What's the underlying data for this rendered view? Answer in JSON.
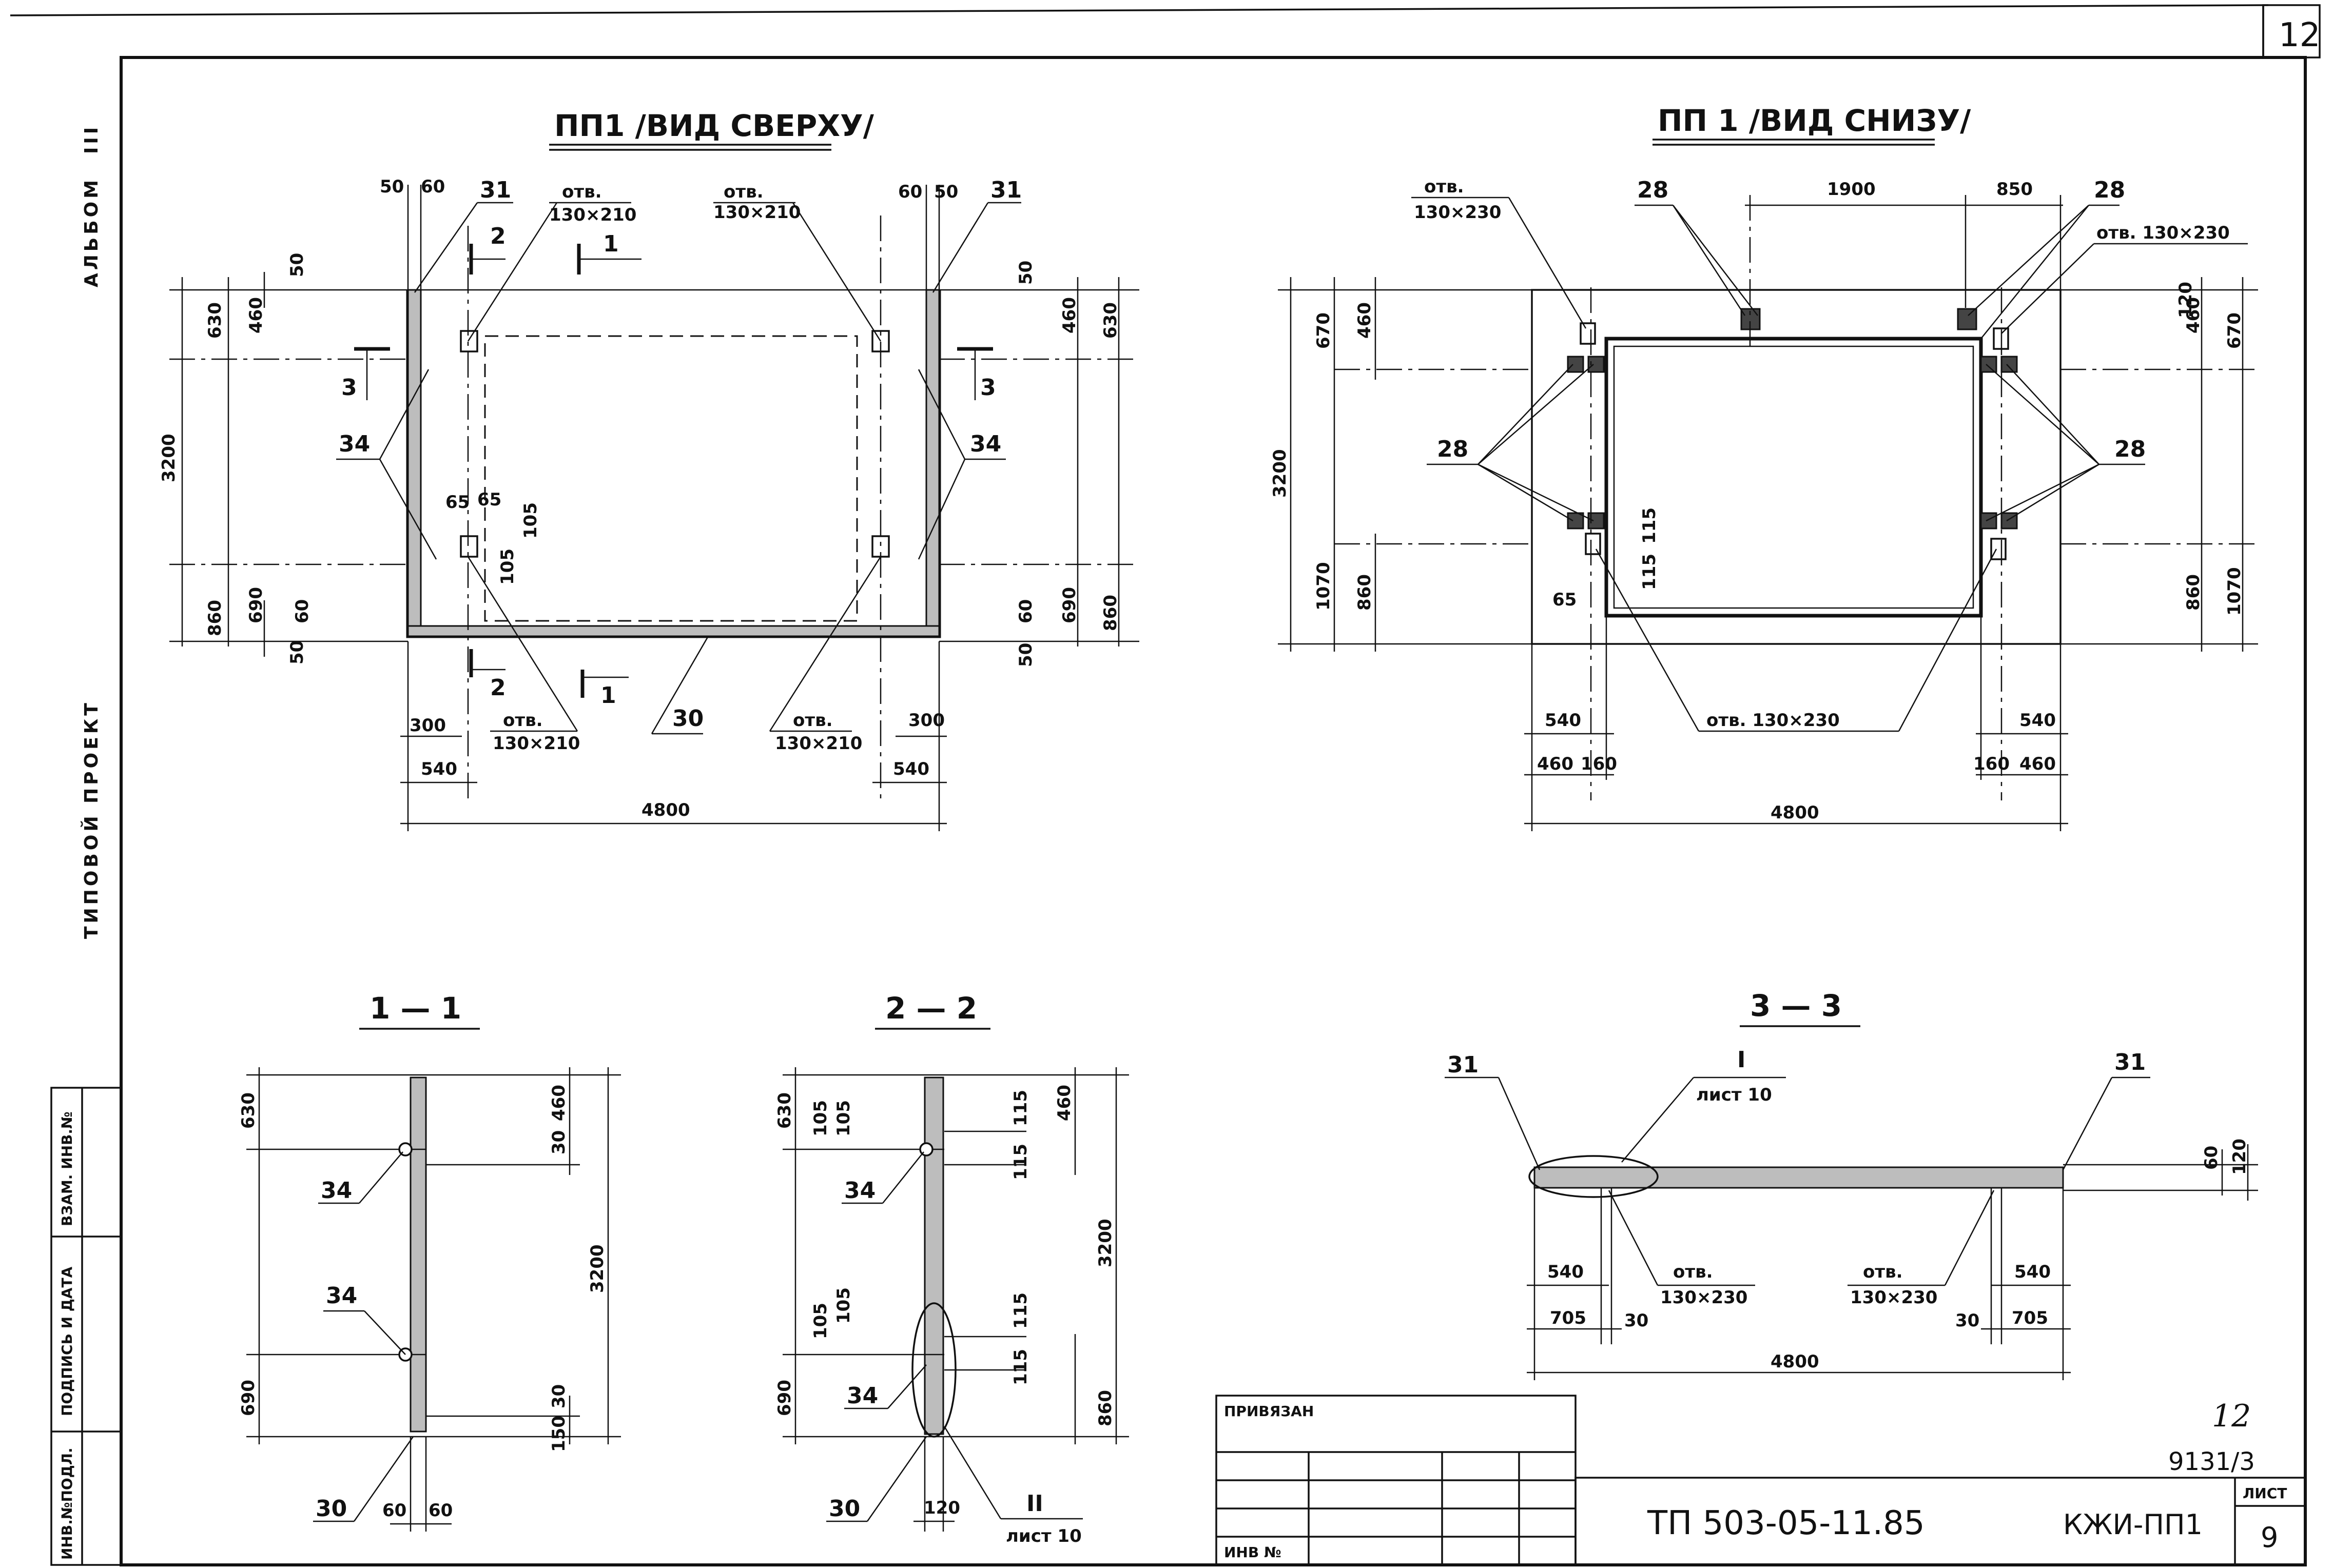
{
  "sheet": {
    "page_number": "12",
    "page_number_alt": "12",
    "album_label": "АЛЬБОМ",
    "album_number": "III",
    "project_label": "ТИПОВОЙ ПРОЕКТ",
    "stamp_col1": "ИНВ.№ПОДЛ.",
    "stamp_col2": "ПОДПИСЬ И ДАТА",
    "stamp_col3": "ВЗАМ. ИНВ.№"
  },
  "views": {
    "top_title": "ПП1 /ВИД СВЕРХУ/",
    "bottom_title": "ПП 1 /ВИД СНИЗУ/",
    "section_11": "1 — 1",
    "section_22": "2 — 2",
    "section_33": "3 — 3"
  },
  "top_view": {
    "opening_a": "отв.",
    "opening_a_size": "130×210",
    "opening_b": "отв.",
    "opening_b_size": "130×210",
    "opening_c": "отв.",
    "opening_c_size": "130×210",
    "opening_d": "отв.",
    "opening_d_size": "130×210",
    "pos_31_left": "31",
    "pos_31_right": "31",
    "pos_34_left": "34",
    "pos_34_right": "34",
    "pos_30": "30",
    "cut_1_top": "1",
    "cut_1_bottom": "1",
    "cut_2_top": "2",
    "cut_2_bottom": "2",
    "cut_3_left": "3",
    "cut_3_right": "3",
    "d_50a": "50",
    "d_60a": "60",
    "d_60b": "60",
    "d_50b": "50",
    "d_50c": "50",
    "d_460": "460",
    "d_630": "630",
    "d_3200": "3200",
    "d_860": "860",
    "d_690": "690",
    "d_60c": "60",
    "d_50d": "50",
    "d_50e": "50",
    "d_460r": "460",
    "d_630r": "630",
    "d_60r": "60",
    "d_690r": "690",
    "d_860r": "860",
    "d_50r": "50",
    "d_65a": "65",
    "d_65b": "65",
    "d_105a": "105",
    "d_105b": "105",
    "d_300": "300",
    "d_300r": "300",
    "d_540l": "540",
    "d_540r": "540",
    "d_4800": "4800"
  },
  "bottom_view": {
    "opening_tl": "отв.",
    "opening_tl_size": "130×230",
    "opening_tr": "отв. 130×230",
    "opening_bm": "отв. 130×230",
    "pos_28a": "28",
    "pos_28b": "28",
    "pos_28c": "28",
    "pos_28d": "28",
    "d_1900": "1900",
    "d_850": "850",
    "d_670l": "670",
    "d_460l": "460",
    "d_3200": "3200",
    "d_1070l": "1070",
    "d_860l": "860",
    "d_115a": "115",
    "d_115b": "115",
    "d_65": "65",
    "d_120": "120",
    "d_460r": "460",
    "d_670r": "670",
    "d_860r": "860",
    "d_1070r": "1070",
    "d_540l": "540",
    "d_460bl": "460",
    "d_160l": "160",
    "d_540r": "540",
    "d_160r": "160",
    "d_460br": "460",
    "d_4800": "4800"
  },
  "section11": {
    "d_630": "630",
    "d_460": "460",
    "d_30a": "30",
    "d_3200": "3200",
    "d_690": "690",
    "d_30b": "30",
    "d_150": "150",
    "pos_34a": "34",
    "pos_34b": "34",
    "pos_30": "30",
    "d_60a": "60",
    "d_60b": "60"
  },
  "section22": {
    "d_630": "630",
    "d_105a": "105",
    "d_105b": "105",
    "d_115a": "115",
    "d_460": "460",
    "d_115b": "115",
    "d_3200": "3200",
    "d_105c": "105",
    "d_105d": "105",
    "d_115c": "115",
    "d_115d": "115",
    "d_690": "690",
    "d_860": "860",
    "pos_34a": "34",
    "pos_34b": "34",
    "pos_30": "30",
    "d_120": "120",
    "node_ref": "II",
    "sheet_ref": "лист 10"
  },
  "section33": {
    "pos_31l": "31",
    "pos_31r": "31",
    "node_ref": "I",
    "sheet_ref": "лист 10",
    "d_60": "60",
    "d_120": "120",
    "d_540l": "540",
    "d_705l": "705",
    "d_30l": "30",
    "opening_l": "отв.",
    "opening_l_size": "130×230",
    "opening_r": "отв.",
    "opening_r_size": "130×230",
    "d_540r": "540",
    "d_705r": "705",
    "d_30r": "30",
    "d_4800": "4800"
  },
  "title_block": {
    "bound_label": "ПРИВЯЗАН",
    "inv_label": "ИНВ №",
    "doc_code": "ТП 503-05-11.85",
    "mark": "КЖИ-ПП1",
    "sheet_label": "ЛИСТ",
    "sheet_number": "9",
    "hand_page": "12",
    "archive_number": "9131/3"
  }
}
